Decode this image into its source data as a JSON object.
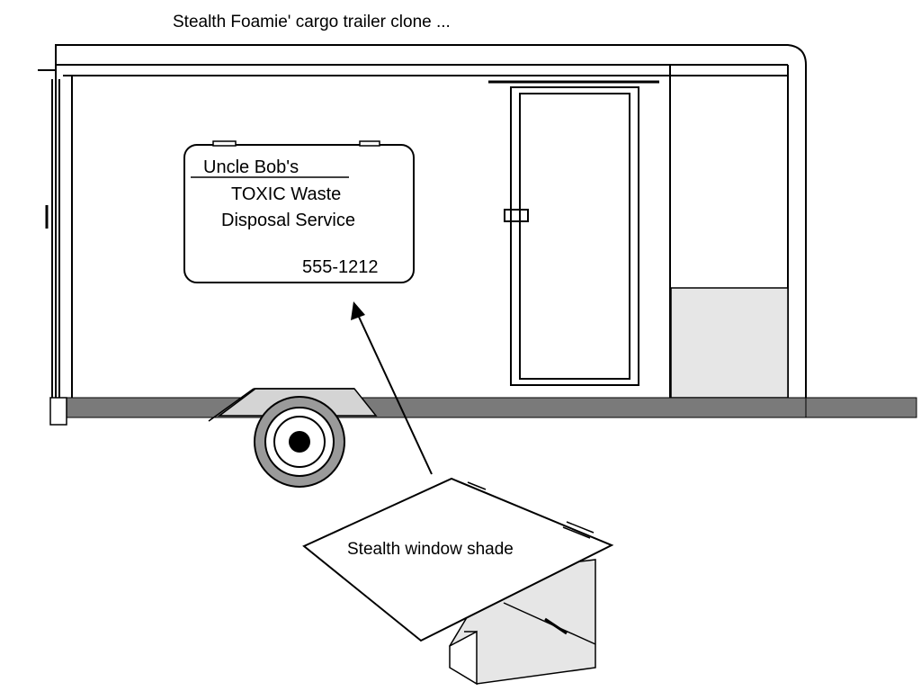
{
  "title": "Stealth Foamie' cargo trailer clone ...",
  "sign": {
    "line1": "Uncle Bob's",
    "line2": "TOXIC Waste",
    "line3": "Disposal Service",
    "phone": "555-1212"
  },
  "shade_label": "Stealth window shade",
  "colors": {
    "stroke": "#000000",
    "frame_rail": "#7a7a7a",
    "panel_fill": "#e6e6e6",
    "background": "#ffffff"
  }
}
